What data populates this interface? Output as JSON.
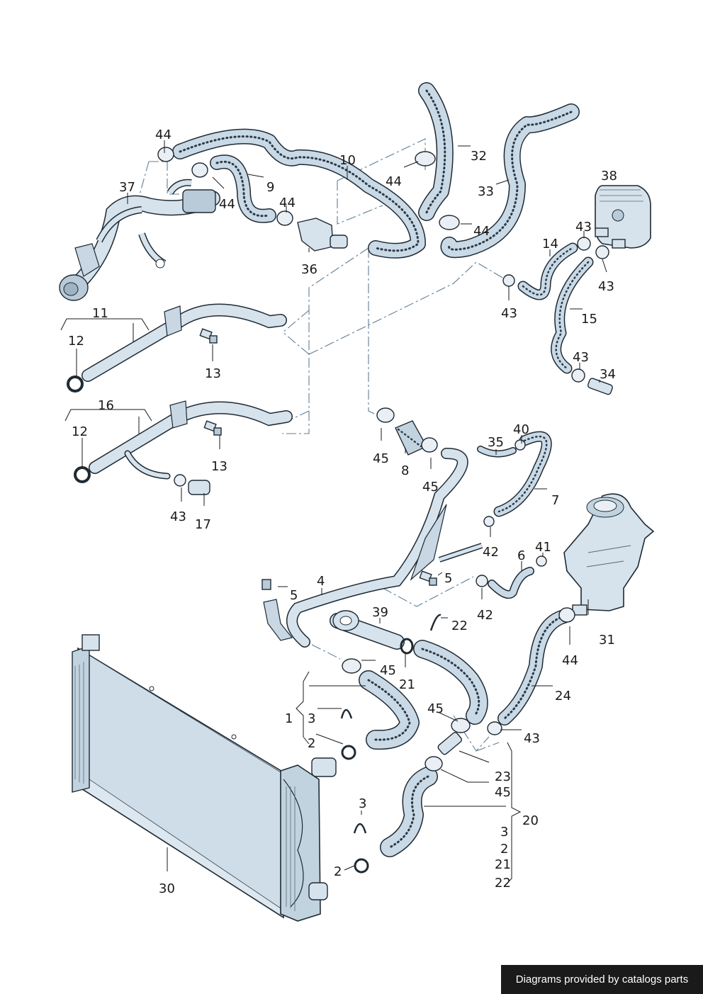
{
  "diagram": {
    "callouts": {
      "c1": "1",
      "c2a": "2",
      "c2b": "2",
      "c2c": "2",
      "c3a": "3",
      "c3b": "3",
      "c3c": "3",
      "c4": "4",
      "c5a": "5",
      "c5b": "5",
      "c6": "6",
      "c7": "7",
      "c8": "8",
      "c9": "9",
      "c10": "10",
      "c11": "11",
      "c12a": "12",
      "c12b": "12",
      "c13a": "13",
      "c13b": "13",
      "c14": "14",
      "c15": "15",
      "c16": "16",
      "c17": "17",
      "c20": "20",
      "c21a": "21",
      "c21b": "21",
      "c22a": "22",
      "c22b": "22",
      "c23": "23",
      "c24": "24",
      "c30": "30",
      "c31": "31",
      "c32": "32",
      "c33": "33",
      "c34": "34",
      "c35": "35",
      "c36": "36",
      "c37": "37",
      "c38": "38",
      "c39": "39",
      "c40": "40",
      "c41": "41",
      "c42a": "42",
      "c42b": "42",
      "c43a": "43",
      "c43b": "43",
      "c43c": "43",
      "c43d": "43",
      "c43e": "43",
      "c43f": "43",
      "c44a": "44",
      "c44b": "44",
      "c44c": "44",
      "c44d": "44",
      "c44e": "44",
      "c44f": "44",
      "c45a": "45",
      "c45b": "45",
      "c45c": "45",
      "c45d": "45",
      "c45e": "45"
    }
  },
  "credit": "Diagrams provided by catalogs parts",
  "colors": {
    "part_fill": "#d6e2ec",
    "outline": "#1f2a33",
    "dash_line": "#5f7f96"
  }
}
